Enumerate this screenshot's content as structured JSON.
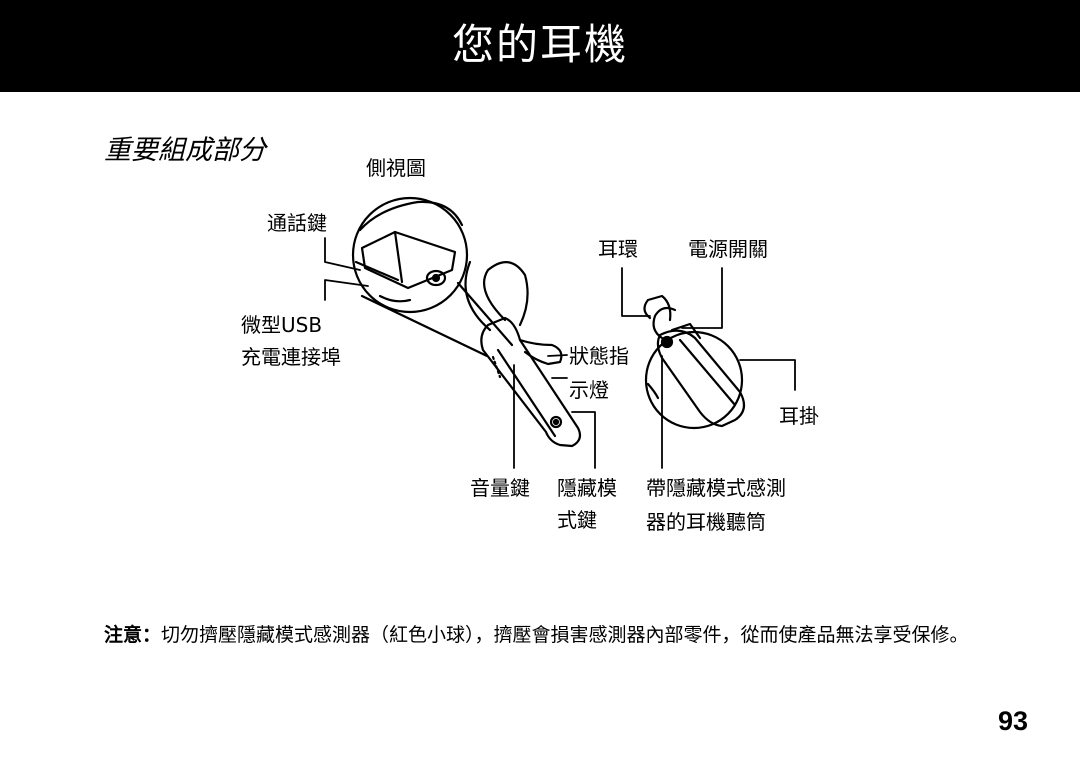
{
  "header": {
    "title": "您的耳機",
    "bg_color": "#000000",
    "text_color": "#ffffff"
  },
  "section": {
    "title": "重要組成部分"
  },
  "diagram": {
    "labels": {
      "side_view": "側視圖",
      "call_key": "通話鍵",
      "ear_loop": "耳環",
      "power_switch": "電源開關",
      "micro_usb_line1": "微型USB",
      "micro_usb_line2": "充電連接埠",
      "status_line1": "狀態指",
      "status_line2": "示燈",
      "ear_hook": "耳掛",
      "volume_key": "音量鍵",
      "stealth_key_line1": "隱藏模",
      "stealth_key_line2": "式鍵",
      "speaker_line1": "帶隱藏模式感測",
      "speaker_line2": "器的耳機聽筒"
    }
  },
  "note": {
    "prefix": "注意：",
    "text": "切勿擠壓隱藏模式感測器（紅色小球），擠壓會損害感測器內部零件，從而使產品無法享受保修。"
  },
  "page_number": "93"
}
